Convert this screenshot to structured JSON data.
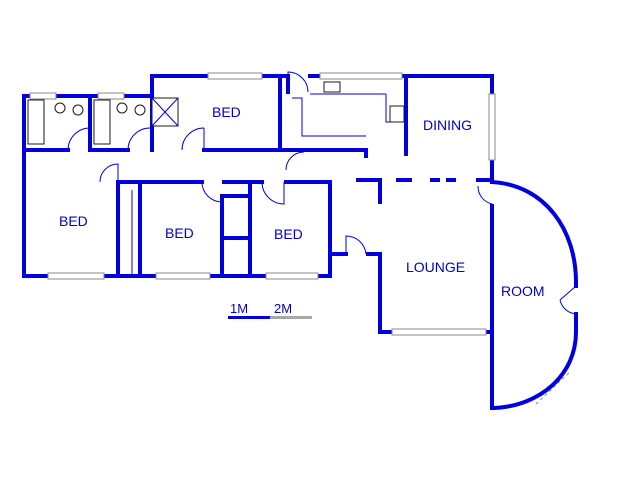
{
  "rooms": {
    "bed_top": "BED",
    "bed_left": "BED",
    "bed_mid": "BED",
    "bed_right": "BED",
    "dining": "DINING",
    "lounge": "LOUNGE",
    "room": "ROOM"
  },
  "scale": {
    "label_1": "1M",
    "label_2": "2M"
  },
  "colors": {
    "wall": "#0000dd",
    "label": "#0000cc",
    "window": "#8a8a8a"
  }
}
